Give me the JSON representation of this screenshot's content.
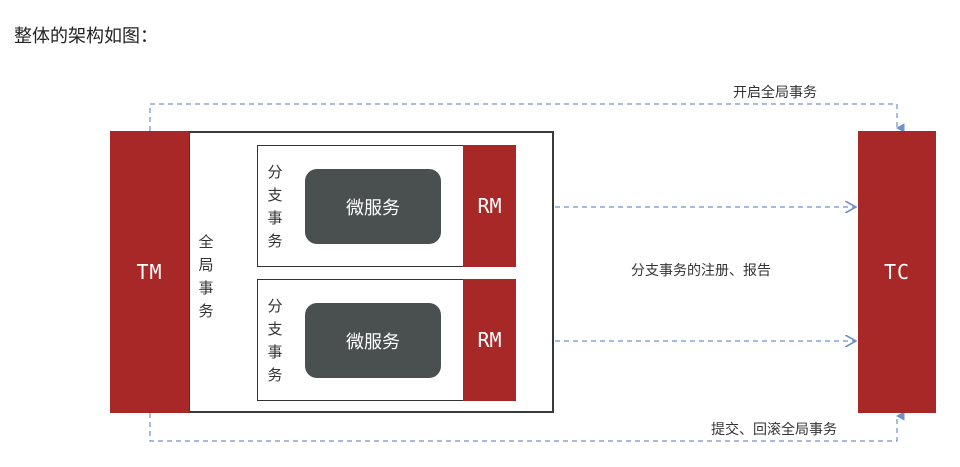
{
  "heading": "整体的架构如图：",
  "tm": {
    "label": "TM"
  },
  "tc": {
    "label": "TC"
  },
  "global_transaction": {
    "label": "全局事务"
  },
  "branches": [
    {
      "label": "分支事务",
      "service": "微服务",
      "rm": "RM"
    },
    {
      "label": "分支事务",
      "service": "微服务",
      "rm": "RM"
    }
  ],
  "flows": {
    "begin_global": "开启全局事务",
    "branch_register_report": "分支事务的注册、报告",
    "commit_rollback": "提交、回滚全局事务"
  },
  "colors": {
    "accent_red": "#a82828",
    "service_gray": "#4a4f4f",
    "dashed_line": "#6f93c9"
  }
}
